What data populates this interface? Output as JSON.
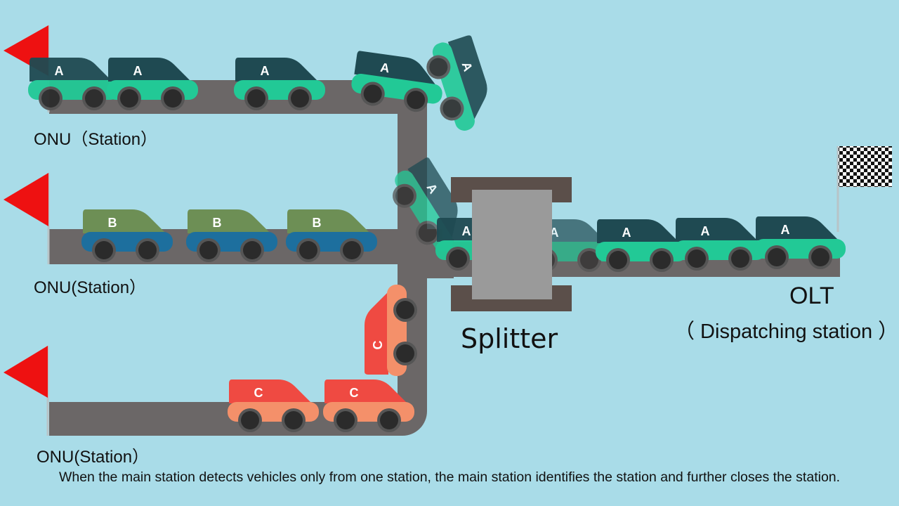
{
  "stations": [
    {
      "label": "ONU（Station）",
      "car_letter": "A"
    },
    {
      "label": "ONU(Station）",
      "car_letter": "B"
    },
    {
      "label": "ONU(Station）",
      "car_letter": "C"
    }
  ],
  "splitter": {
    "label": "Splitter"
  },
  "olt": {
    "label": "OLT",
    "sublabel": "（ Dispatching station ）"
  },
  "caption": "When the main station detects vehicles only from one station, the main station identifies the station and further closes the station.",
  "colors": {
    "background": "#a9dce8",
    "road": "#6b6767",
    "flag": "#ee1111",
    "car_a_body": "#22c996",
    "car_a_top": "#1f4a52",
    "car_b_body": "#1d6f9e",
    "car_b_top": "#6d8f55",
    "car_c_body": "#f4906a",
    "car_c_top": "#ef4a42",
    "splitter_box": "#9a9a9a",
    "splitter_frame": "#5b4f4a"
  },
  "icons": [
    "red-flag-icon",
    "checkered-flag-icon",
    "car-icon"
  ]
}
